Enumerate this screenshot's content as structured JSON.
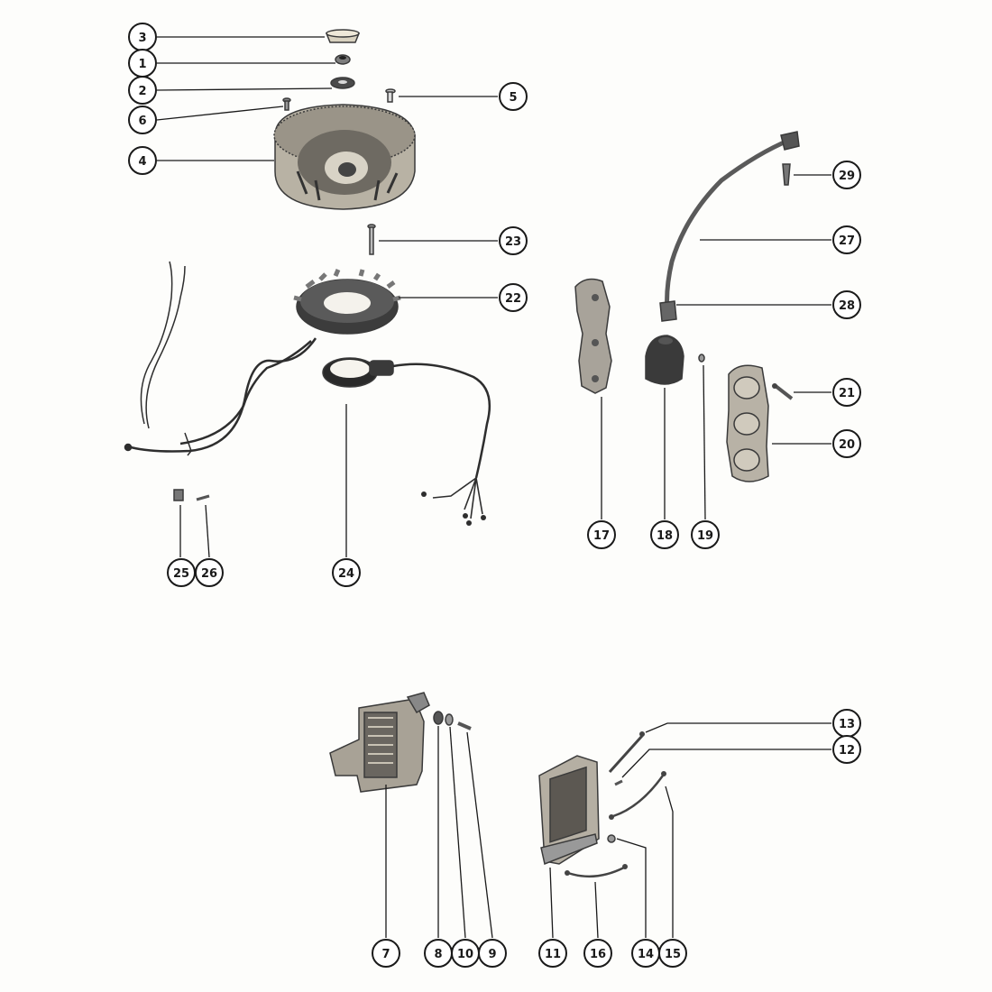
{
  "callouts": {
    "c1": "1",
    "c2": "2",
    "c3": "3",
    "c4": "4",
    "c5": "5",
    "c6": "6",
    "c7": "7",
    "c8": "8",
    "c9": "9",
    "c10": "10",
    "c11": "11",
    "c12": "12",
    "c13": "13",
    "c14": "14",
    "c15": "15",
    "c16": "16",
    "c17": "17",
    "c18": "18",
    "c19": "19",
    "c20": "20",
    "c21": "21",
    "c22": "22",
    "c23": "23",
    "c24": "24",
    "c25": "25",
    "c26": "26",
    "c27": "27",
    "c28": "28",
    "c29": "29"
  },
  "colors": {
    "ink": "#1a1a1a",
    "part_fill": "#8a8a8a",
    "part_dark": "#3a3a3a",
    "paper": "#fdfdfb"
  }
}
